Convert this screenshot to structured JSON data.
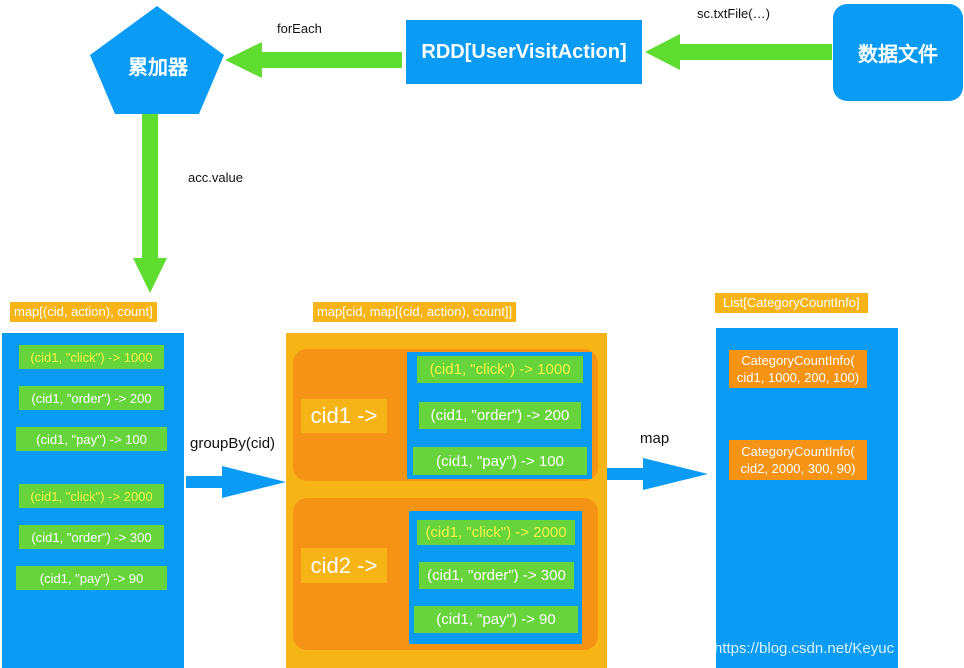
{
  "colors": {
    "blue": "#0a9cf5",
    "yellow": "#f6b417",
    "orange": "#f59315",
    "green": "#66d43a",
    "arrow_green": "#5fdc30"
  },
  "accumulator": {
    "label": "累加器",
    "shape": "pentagon"
  },
  "rdd": {
    "label": "RDD[UserVisitAction]"
  },
  "datafile": {
    "label": "数据文件"
  },
  "edges": {
    "textfile": "sc.txtFile(…)",
    "foreach": "forEach",
    "acc_value": "acc.value",
    "groupby": "groupBy(cid)",
    "map": "map"
  },
  "box1": {
    "title": "map[(cid, action), count]",
    "items": [
      {
        "pre": "",
        "hl": "(cid1, \"click\") -> 1000",
        "post": ""
      },
      {
        "pre": "(cid1, \"order\") -> 200",
        "hl": "",
        "post": ""
      },
      {
        "pre": "(cid1, \"pay\") -> 100",
        "hl": "",
        "post": ""
      },
      {
        "pre": "",
        "hl": "(cid1, \"click\") -> 2000",
        "post": ""
      },
      {
        "pre": "(cid1, \"order\") -> 300",
        "hl": "",
        "post": ""
      },
      {
        "pre": "(cid1, \"pay\") -> 90",
        "hl": "",
        "post": ""
      }
    ]
  },
  "box2": {
    "title": "map[cid, map[(cid, action), count]]",
    "groups": [
      {
        "key": "cid1 ->",
        "items": [
          {
            "pre": "",
            "hl": "(cid1, \"click\") -> 1000"
          },
          {
            "pre": "(cid1, \"order\") -> 200",
            "hl": ""
          },
          {
            "pre": "(cid1, \"pay\") -> 100",
            "hl": ""
          }
        ]
      },
      {
        "key": "cid2 ->",
        "items": [
          {
            "pre": "",
            "hl": "(cid1, \"click\") -> 2000"
          },
          {
            "pre": "(cid1, \"order\") -> 300",
            "hl": ""
          },
          {
            "pre": "(cid1, \"pay\") -> 90",
            "hl": ""
          }
        ]
      }
    ]
  },
  "box3": {
    "title": "List[CategoryCountInfo]",
    "items": [
      {
        "line1": "CategoryCountInfo(",
        "line2": "cid1, 1000, 200, 100)"
      },
      {
        "line1": "CategoryCountInfo(",
        "line2": "cid2, 2000, 300, 90)"
      }
    ]
  },
  "watermark": "https://blog.csdn.net/Keyuc"
}
